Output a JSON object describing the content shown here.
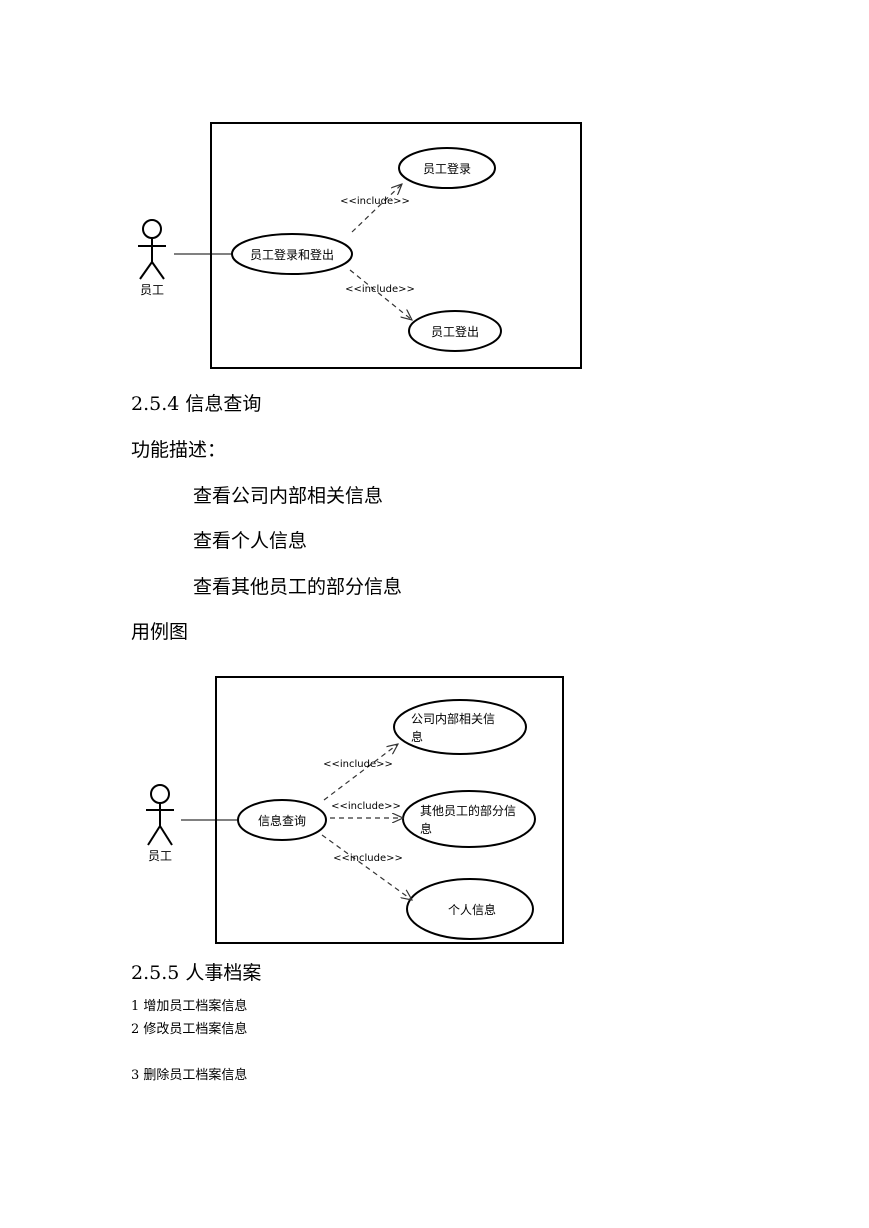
{
  "diagram1": {
    "actor": "员工",
    "main_usecase": "员工登录和登出",
    "usecase_login": "员工登录",
    "usecase_logout": "员工登出",
    "include_top": "<<include>>",
    "include_bottom": "<<include>>"
  },
  "section_254": {
    "heading": "2.5.4 信息查询",
    "desc_label": "功能描述：",
    "items": [
      "查看公司内部相关信息",
      "查看个人信息",
      "查看其他员工的部分信息"
    ],
    "diagram_label": "用例图"
  },
  "diagram2": {
    "actor": "员工",
    "main_usecase": "信息查询",
    "uc1_line1": "公司内部相关信",
    "uc1_line2": "息",
    "uc2_line1": "其他员工的部分信",
    "uc2_line2": "息",
    "uc3": "个人信息",
    "include1": "<<include>>",
    "include2": "<<include>>",
    "include3": "<<include>>"
  },
  "section_255": {
    "heading": "2.5.5 人事档案",
    "items": [
      "1 增加员工档案信息",
      "2 修改员工档案信息",
      "3 删除员工档案信息"
    ]
  }
}
